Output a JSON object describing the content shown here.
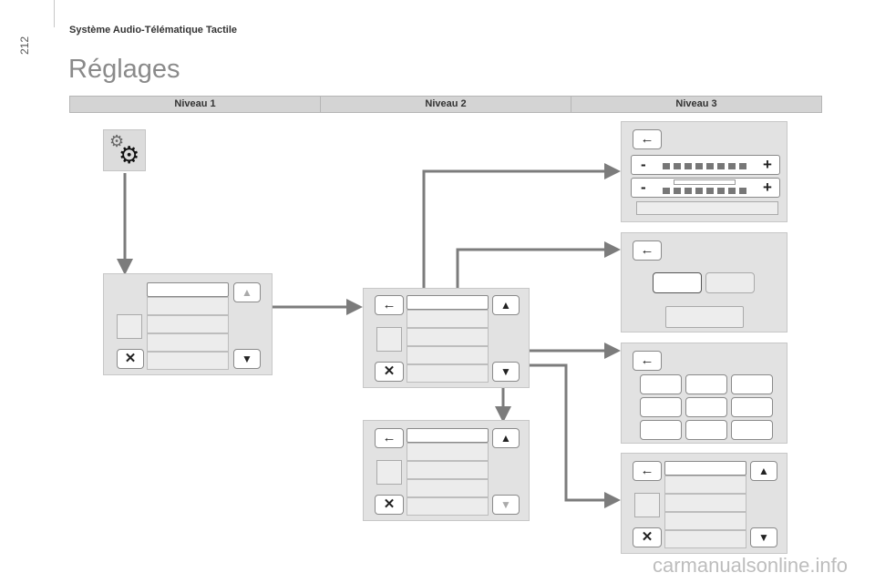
{
  "header": {
    "section_title": "Système Audio-Télématique Tactile",
    "page_number": "212"
  },
  "page_title": "Réglages",
  "levels": [
    "Niveau 1",
    "Niveau 2",
    "Niveau 3"
  ],
  "icons": {
    "back": "←",
    "close": "✕",
    "up": "▲",
    "down": "▼",
    "minus": "-",
    "plus": "+",
    "settings": "⚙"
  },
  "watermark": "carmanualsonline.info"
}
